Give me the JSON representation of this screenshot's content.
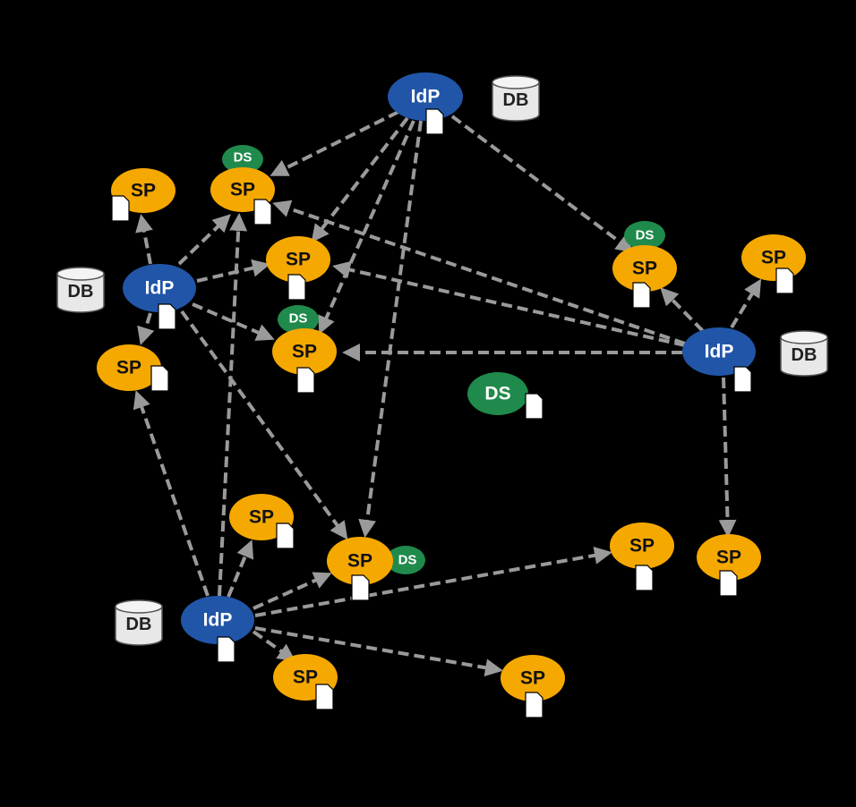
{
  "labels": {
    "idp": "IdP",
    "sp": "SP",
    "ds": "DS",
    "db": "DB"
  },
  "colors": {
    "background": "#000000",
    "idp": "#2155a8",
    "sp": "#f5a800",
    "ds": "#1f8a4c",
    "db_fill": "#e8e8e8",
    "arrow": "#9a9a9a"
  },
  "icons": [
    "document-icon",
    "database-icon"
  ]
}
